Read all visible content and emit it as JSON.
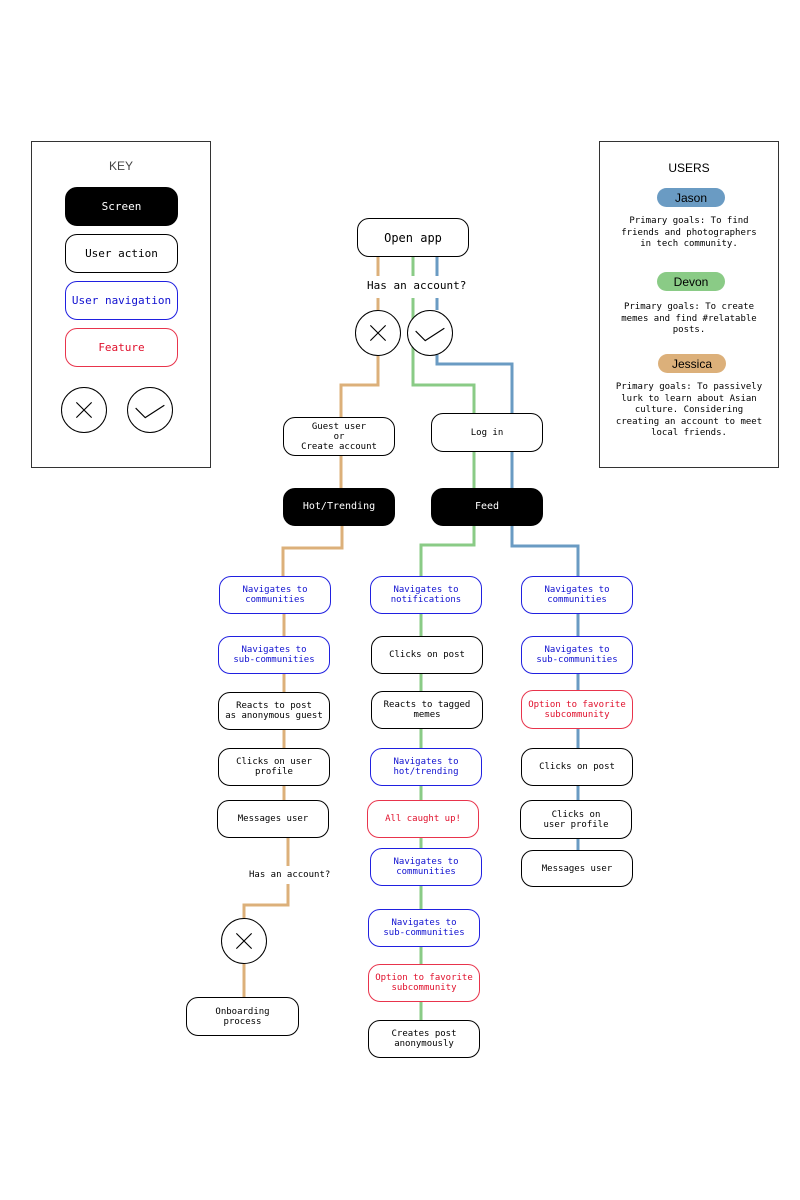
{
  "colors": {
    "jason": "#6a9bc3",
    "devon": "#8acb86",
    "jessica": "#dcb07a",
    "navigation": "#2020e0",
    "feature": "#e8344c",
    "screen": "#000000"
  },
  "key": {
    "title": "KEY",
    "items": [
      {
        "type": "screen",
        "label": "Screen"
      },
      {
        "type": "action",
        "label": "User action"
      },
      {
        "type": "nav",
        "label": "User navigation"
      },
      {
        "type": "feature",
        "label": "Feature"
      }
    ],
    "icons": [
      "x-circle-icon",
      "check-circle-icon"
    ]
  },
  "users": {
    "title": "USERS",
    "list": [
      {
        "name": "Jason",
        "goals": "Primary goals: To find\nfriends and photographers\nin tech community."
      },
      {
        "name": "Devon",
        "goals": "Primary goals: To create\nmemes and find #relatable\nposts."
      },
      {
        "name": "Jessica",
        "goals": "Primary goals: To passively\nlurk to learn about Asian\nculture. Considering\ncreating an account to meet\nlocal friends."
      }
    ]
  },
  "flow": {
    "start": "Open app",
    "question": "Has an account?",
    "guest": "Guest user\nor\nCreate account",
    "login": "Log in",
    "hot": "Hot/Trending",
    "feed": "Feed",
    "jessica_path": [
      {
        "type": "nav",
        "label": "Navigates to\ncommunities"
      },
      {
        "type": "nav",
        "label": "Navigates to\nsub-communities"
      },
      {
        "type": "action",
        "label": "Reacts to post\nas anonymous guest"
      },
      {
        "type": "action",
        "label": "Clicks on user\nprofile"
      },
      {
        "type": "action",
        "label": "Messages user"
      }
    ],
    "jessica_question": "Has an account?",
    "jessica_end": "Onboarding\nprocess",
    "devon_path": [
      {
        "type": "nav",
        "label": "Navigates to\nnotifications"
      },
      {
        "type": "action",
        "label": "Clicks on post"
      },
      {
        "type": "action",
        "label": "Reacts to tagged\nmemes"
      },
      {
        "type": "nav",
        "label": "Navigates to\nhot/trending"
      },
      {
        "type": "feature",
        "label": "All caught up!"
      },
      {
        "type": "nav",
        "label": "Navigates to\ncommunities"
      },
      {
        "type": "nav",
        "label": "Navigates to\nsub-communities"
      },
      {
        "type": "feature",
        "label": "Option to favorite\nsubcommunity"
      },
      {
        "type": "action",
        "label": "Creates post\nanonymously"
      }
    ],
    "jason_path": [
      {
        "type": "nav",
        "label": "Navigates to\ncommunities"
      },
      {
        "type": "nav",
        "label": "Navigates to\nsub-communities"
      },
      {
        "type": "feature",
        "label": "Option to favorite\nsubcommunity"
      },
      {
        "type": "action",
        "label": "Clicks on post"
      },
      {
        "type": "action",
        "label": "Clicks on\nuser profile"
      },
      {
        "type": "action",
        "label": "Messages user"
      }
    ]
  }
}
